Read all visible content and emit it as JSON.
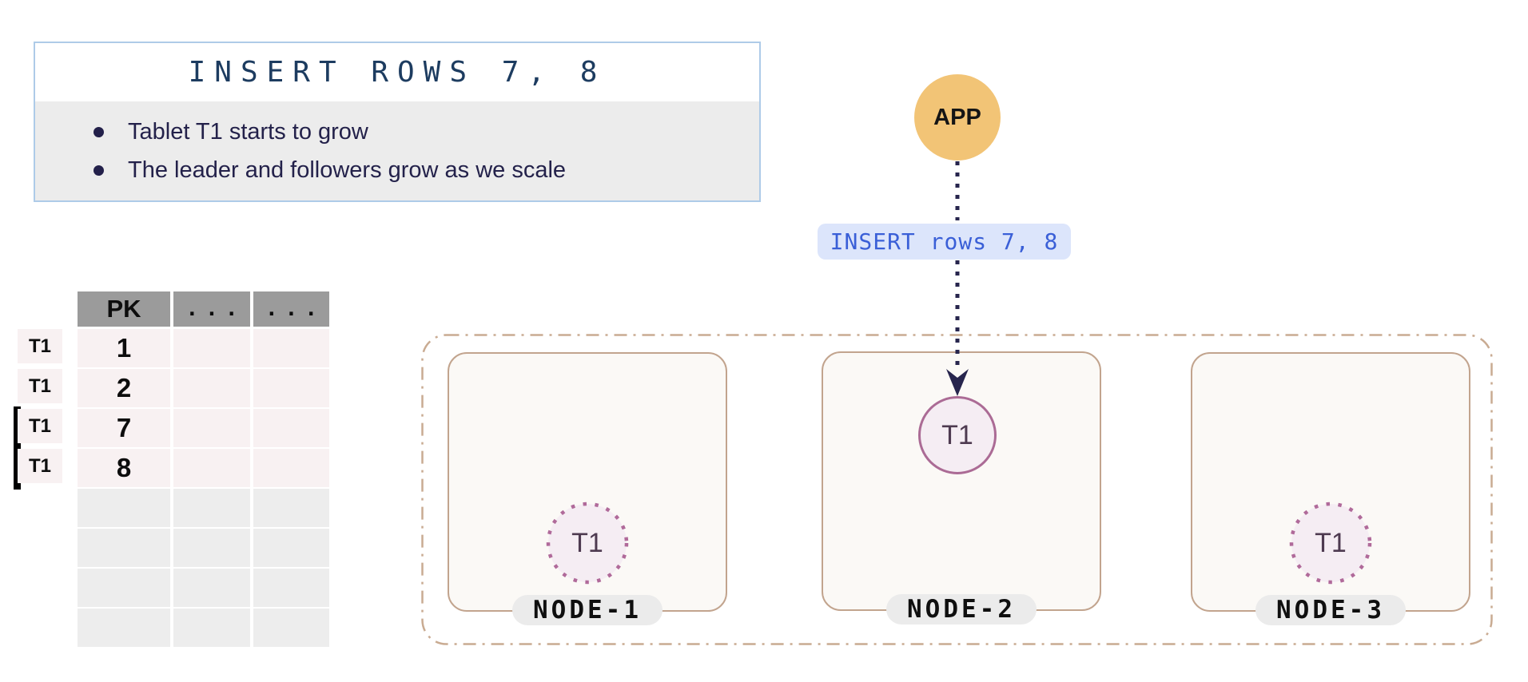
{
  "info_box": {
    "title": "INSERT ROWS 7, 8",
    "bullets": [
      "Tablet T1 starts to grow",
      "The leader and followers grow as we scale"
    ]
  },
  "app": {
    "label": "APP"
  },
  "request_badge": {
    "label": "INSERT rows 7, 8"
  },
  "table": {
    "columns": [
      "PK",
      "...",
      "..."
    ],
    "rows": [
      {
        "tablet": "T1",
        "pk": "1",
        "is_new": false
      },
      {
        "tablet": "T1",
        "pk": "2",
        "is_new": false
      },
      {
        "tablet": "T1",
        "pk": "7",
        "is_new": true
      },
      {
        "tablet": "T1",
        "pk": "8",
        "is_new": true
      }
    ],
    "empty_row_count": 4
  },
  "cluster": {
    "nodes": [
      {
        "name": "NODE-1",
        "tablet": {
          "label": "T1",
          "role": "follower"
        }
      },
      {
        "name": "NODE-2",
        "tablet": {
          "label": "T1",
          "role": "leader"
        }
      },
      {
        "name": "NODE-3",
        "tablet": {
          "label": "T1",
          "role": "follower"
        }
      }
    ]
  },
  "colors": {
    "info_border": "#aecbe8",
    "info_title_text": "#1d3c60",
    "info_body_bg": "#ececec",
    "body_text": "#23214a",
    "table_header_bg": "#9b9b9b",
    "row_pink": "#f8f1f2",
    "row_gray": "#ededed",
    "new_row_bar": "#000000",
    "app_circle": "#f2c476",
    "badge_bg": "#dce5fb",
    "badge_text": "#3a5fd7",
    "arrow": "#27254d",
    "cluster_border": "#c9ab92",
    "node_bg": "#fbf9f6",
    "node_border": "#c2a48e",
    "node_pill_bg": "#ebebeb",
    "tablet_fill": "#f5edf3",
    "tablet_leader_border": "#ab6b95",
    "tablet_follower_border": "#b06a9a",
    "tablet_text": "#4e3a50"
  }
}
